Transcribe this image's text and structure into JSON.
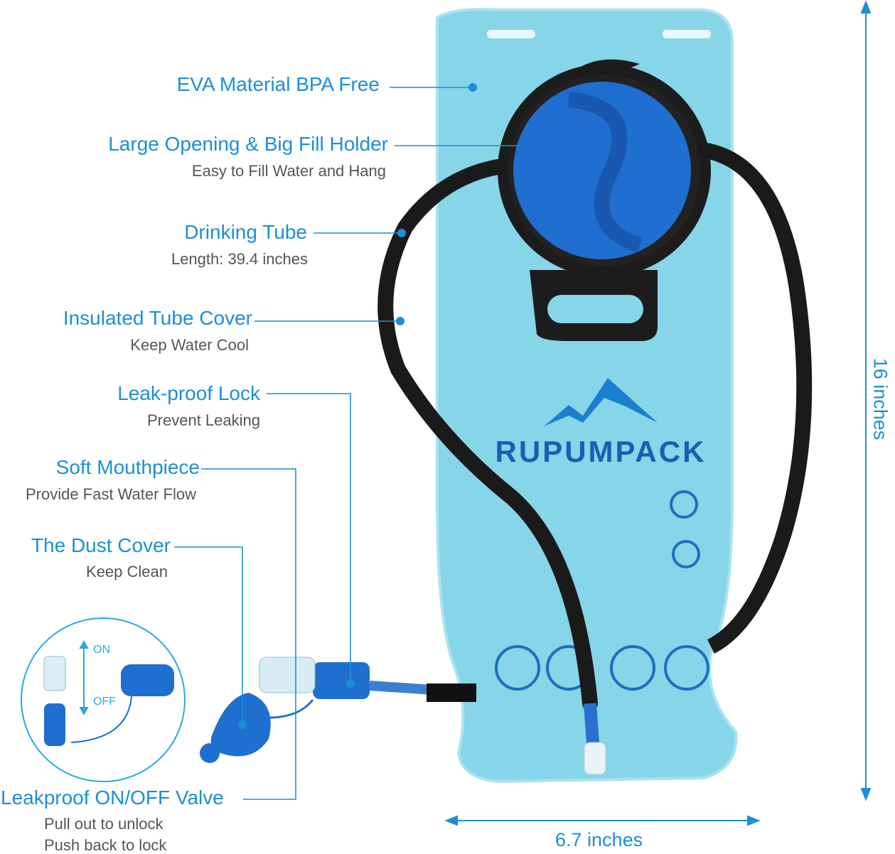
{
  "brand": "RUPUMPACK",
  "colors": {
    "label": "#1b8fd6",
    "sublabel": "#555555",
    "bladder": "#7fd3e6",
    "cap": "#1f6fd0",
    "tube": "#1a1a1a"
  },
  "callouts": [
    {
      "title": "EVA Material  BPA Free",
      "subtitle": ""
    },
    {
      "title": "Large Opening & Big Fill Holder",
      "subtitle": "Easy to Fill Water and Hang"
    },
    {
      "title": "Drinking Tube",
      "subtitle": "Length: 39.4 inches"
    },
    {
      "title": "Insulated Tube Cover",
      "subtitle": "Keep Water Cool"
    },
    {
      "title": "Leak-proof Lock",
      "subtitle": "Prevent Leaking"
    },
    {
      "title": "Soft Mouthpiece",
      "subtitle": "Provide Fast Water Flow"
    },
    {
      "title": "The Dust Cover",
      "subtitle": "Keep Clean"
    },
    {
      "title": "Leakproof ON/OFF Valve",
      "subtitle": "Pull out to unlock",
      "subtitle2": "Push back to lock"
    }
  ],
  "inset": {
    "on_label": "ON",
    "off_label": "OFF"
  },
  "dimensions": {
    "height": "16 inches",
    "width": "6.7 inches"
  }
}
